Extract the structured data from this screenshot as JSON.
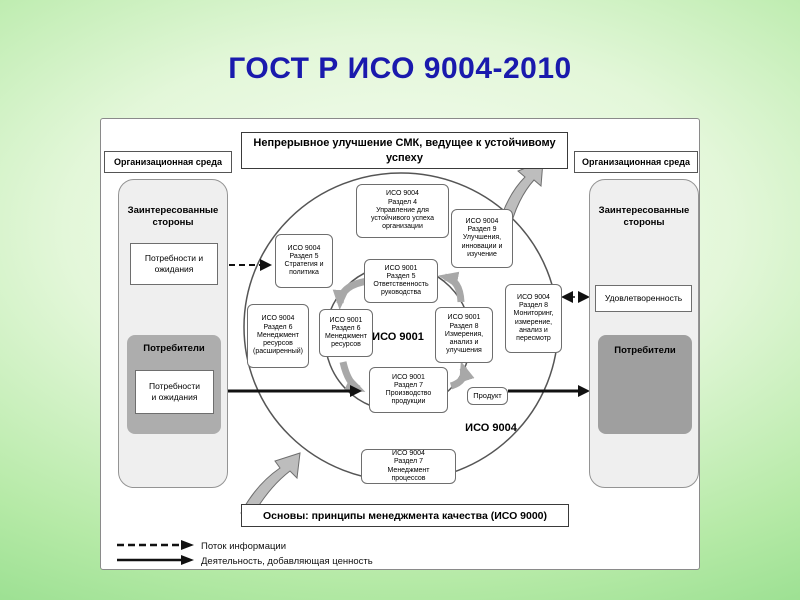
{
  "title": "ГОСТ Р ИСО 9004-2010",
  "banners": {
    "top": "Непрерывное улучшение СМК, ведущее к устойчивому успеху",
    "bottom": "Основы: принципы менеджмента качества (ИСО 9000)"
  },
  "left_env": {
    "header": "Организационная среда",
    "stakeholders": "Заинтересованные\nстороны",
    "needs_top": "Потребности и\nожидания",
    "consumers": "Потребители",
    "needs_bottom": "Потребности\nи ожидания"
  },
  "right_env": {
    "header": "Организационная среда",
    "stakeholders": "Заинтересованные\nстороны",
    "satisfaction": "Удовлетворенность",
    "consumers": "Потребители"
  },
  "ellipses": {
    "outer": "ИСО 9004",
    "inner": "ИСО 9001"
  },
  "boxes": {
    "iso9004_s4": "ИСО 9004\nРаздел 4\nУправление для\nустойчивого успеха\nорганизации",
    "iso9004_s9": "ИСО 9004\nРаздел 9\nУлучшения,\nинновации и\nизучение",
    "iso9004_s5": "ИСО 9004\nРаздел 5\nСтратегия и\nполитика",
    "iso9001_s5": "ИСО 9001\nРаздел 5\nОтветственность\nруководства",
    "iso9001_s6": "ИСО 9001\nРаздел 6\nМенеджмент\nресурсов",
    "iso9001_s8": "ИСО 9001\nРаздел 8\nИзмерения,\nанализ и\nулучшения",
    "iso9001_s7": "ИСО 9001\nРаздел 7\nПроизводство\nпродукции",
    "iso9004_s6": "ИСО 9004\nРаздел 6\nМенеджмент\nресурсов\n(расширенный)",
    "iso9004_s8": "ИСО 9004\nРаздел 8\nМониторинг,\nизмерение,\nанализ и\nпересмотр",
    "iso9004_s7": "ИСО 9004\nРаздел 7\nМенеджмент\nпроцессов",
    "product": "Продукт"
  },
  "legend": {
    "info": "Поток информации",
    "value": "Деятельность, добавляющая ценность"
  },
  "colors": {
    "title_blue": "#1a1aad",
    "background_green": "#7ed57a",
    "gray_box": "#adadad"
  }
}
